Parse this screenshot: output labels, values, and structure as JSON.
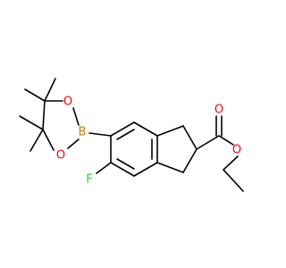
{
  "molecule": {
    "atom_labels": {
      "fluorine": "F",
      "boron": "B",
      "boronate_oxygen_top": "O",
      "boronate_oxygen_bottom": "O",
      "carbonyl_oxygen": "O",
      "ester_oxygen": "O"
    },
    "colors": {
      "bond": "#000000",
      "fluorine": "#33cc33",
      "boron": "#cc7a00",
      "oxygen": "#ff0000"
    }
  }
}
